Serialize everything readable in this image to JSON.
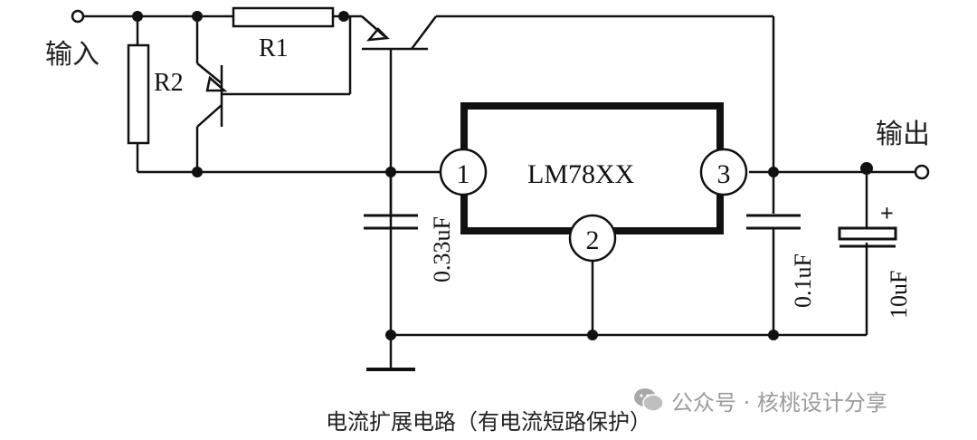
{
  "labels": {
    "input": "输入",
    "output": "输出",
    "r1": "R1",
    "r2": "R2",
    "ic": "LM78XX",
    "pin1": "1",
    "pin2": "2",
    "pin3": "3",
    "cap_in": "0.33uF",
    "cap_out1": "0.1uF",
    "cap_out2": "10uF",
    "plus": "+"
  },
  "caption": "电流扩展电路（有电流短路保护）",
  "watermark": {
    "icon": "wechat-icon",
    "text": "公众号 · 核桃设计分享"
  }
}
